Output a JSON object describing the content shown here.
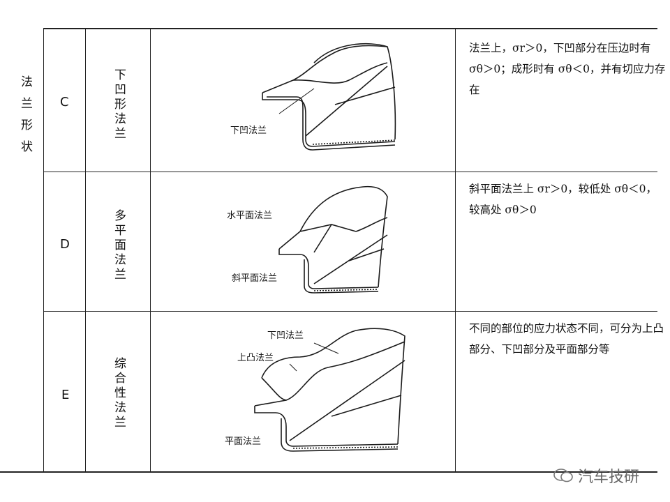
{
  "category_label": "法兰形状",
  "rows": [
    {
      "id": "C",
      "name": "下凹形法兰",
      "callouts": [
        "下凹法兰"
      ],
      "description": "法兰上，σr＞0，下凹部分在压边时有 σθ＞0；成形时有 σθ＜0，并有切应力存在"
    },
    {
      "id": "D",
      "name": "多平面法兰",
      "callouts": [
        "水平面法兰",
        "斜平面法兰"
      ],
      "description": "斜平面法兰上 σr＞0，较低处 σθ＜0，较高处 σθ＞0"
    },
    {
      "id": "E",
      "name": "综合性法兰",
      "callouts": [
        "下凹法兰",
        "上凸法兰",
        "平面法兰"
      ],
      "description": "不同的部位的应力状态不同，可分为上凸部分、下凹部分及平面部分等"
    }
  ],
  "watermark": "汽车技研"
}
